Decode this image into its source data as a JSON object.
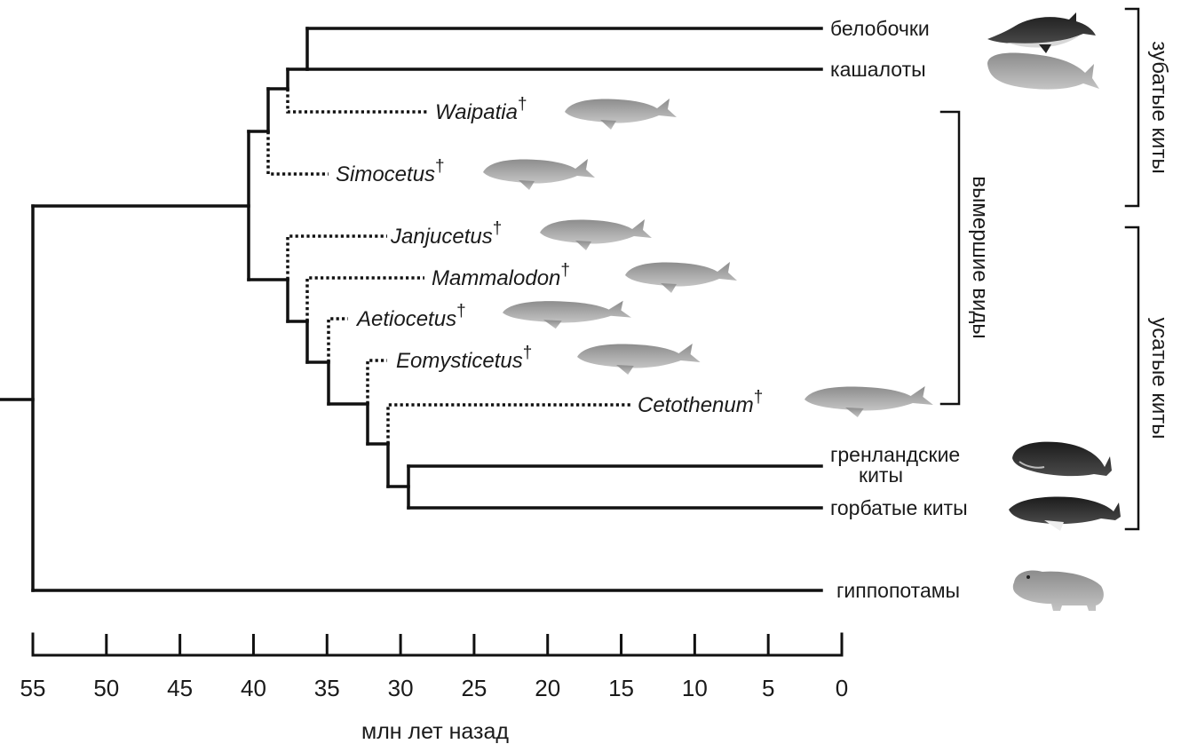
{
  "taxa": {
    "belobochki": "белобочки",
    "kashaloty": "кашалоты",
    "waipatia": "Waipatia",
    "simocetus": "Simocetus",
    "janjucetus": "Janjucetus",
    "mammalodon": "Mammalodon",
    "aetiocetus": "Aetiocetus",
    "eomysticetus": "Eomysticetus",
    "cetothenum": "Cetothenum",
    "grenland_1": "гренландские",
    "grenland_2": "киты",
    "gorbatye": "горбатые киты",
    "gippo": "гиппопотамы"
  },
  "extinct_mark": "†",
  "groups": {
    "toothed": "зубатые киты",
    "extinct": "вымершие виды",
    "baleen": "усатые киты"
  },
  "axis": {
    "title": "млн лет назад",
    "ticks": [
      "55",
      "50",
      "45",
      "40",
      "35",
      "30",
      "25",
      "20",
      "15",
      "10",
      "5",
      "0"
    ]
  },
  "icons": {
    "belobochki": "dolphin-icon",
    "kashaloty": "sperm-whale-icon",
    "waipatia": "whale-icon",
    "simocetus": "whale-icon",
    "janjucetus": "whale-icon",
    "mammalodon": "whale-icon",
    "aetiocetus": "whale-icon",
    "eomysticetus": "whale-icon",
    "cetothenum": "whale-icon",
    "grenland": "bowhead-whale-icon",
    "gorbatye": "humpback-whale-icon",
    "gippo": "hippo-icon"
  },
  "colors": {
    "line": "#111111",
    "extinct_fill": "#9a9a9a",
    "extant_fill": "#333333"
  }
}
